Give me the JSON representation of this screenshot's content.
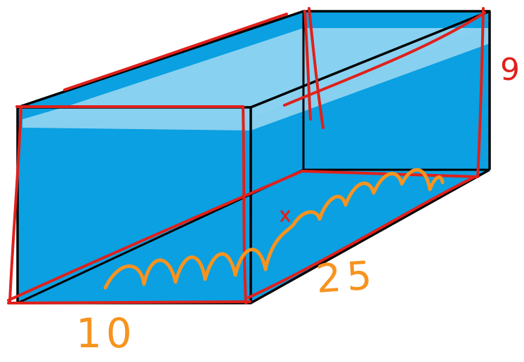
{
  "figure": {
    "type": "rectangular-prism-tank-sketch",
    "dimensions": {
      "width": "10",
      "length": "25",
      "height": "9"
    },
    "colors": {
      "water": "#0aa0e2",
      "water_surface": "#8fd3ef",
      "outline": "#000000",
      "red_annotation": "#e0201b",
      "orange_annotation": "#f7931e",
      "background": "#ffffff"
    }
  }
}
